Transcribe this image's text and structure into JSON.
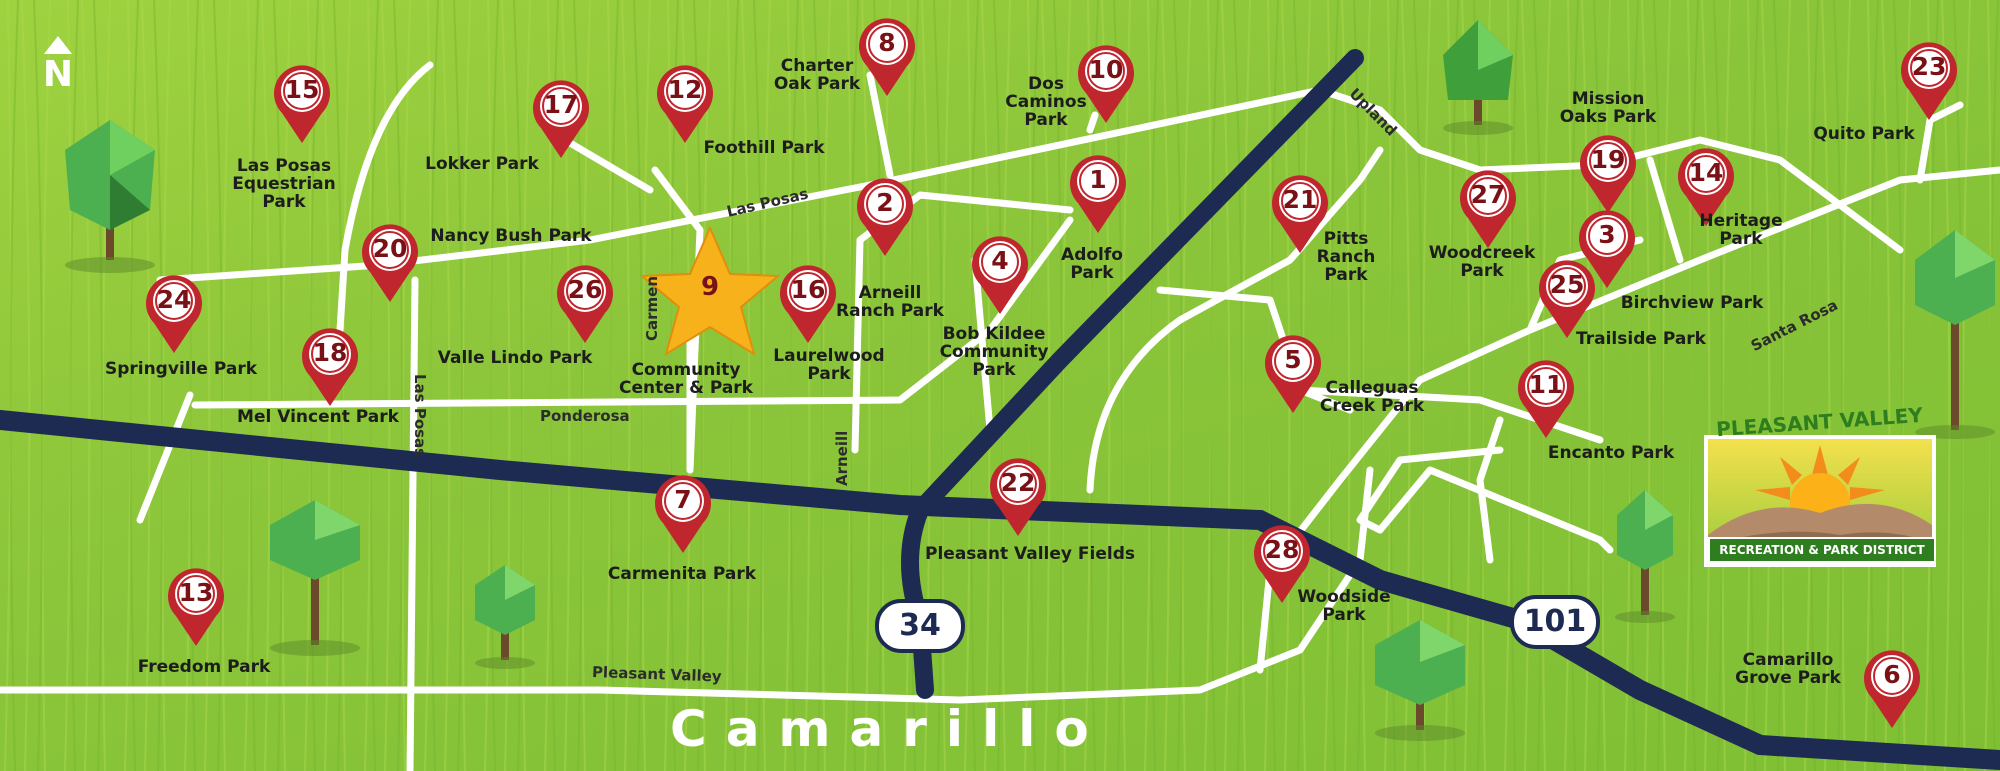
{
  "map": {
    "city_label": "Camarillo",
    "north_label": "N",
    "colors": {
      "background": "#8cc63f",
      "road": "#ffffff",
      "highway": "#1d2b52",
      "pin": "#c0262d",
      "star": "#f7b21b"
    },
    "logo": {
      "title": "PLEASANT VALLEY",
      "subtitle": "RECREATION & PARK DISTRICT"
    },
    "highways": [
      "34",
      "101"
    ],
    "streets": [
      "Las Posas",
      "Carmen",
      "Ponderosa",
      "Arneill",
      "Upland",
      "Santa Rosa",
      "Pleasant Valley",
      "Las Posas"
    ],
    "parks": [
      {
        "num": "1",
        "name": "Adolfo\nPark"
      },
      {
        "num": "2",
        "name": "Arneill\nRanch Park"
      },
      {
        "num": "3",
        "name": "Birchview Park"
      },
      {
        "num": "4",
        "name": "Bob Kildee\nCommunity\nPark"
      },
      {
        "num": "5",
        "name": "Calleguas\nCreek Park"
      },
      {
        "num": "6",
        "name": "Camarillo\nGrove Park"
      },
      {
        "num": "7",
        "name": "Carmenita Park"
      },
      {
        "num": "8",
        "name": "Charter\nOak Park"
      },
      {
        "num": "9",
        "name": "Community\nCenter & Park"
      },
      {
        "num": "10",
        "name": "Dos\nCaminos\nPark"
      },
      {
        "num": "11",
        "name": "Encanto Park"
      },
      {
        "num": "12",
        "name": "Foothill Park"
      },
      {
        "num": "13",
        "name": "Freedom Park"
      },
      {
        "num": "14",
        "name": "Heritage\nPark"
      },
      {
        "num": "15",
        "name": "Las Posas\nEquestrian\nPark"
      },
      {
        "num": "16",
        "name": "Laurelwood\nPark"
      },
      {
        "num": "17",
        "name": "Lokker Park"
      },
      {
        "num": "18",
        "name": "Mel Vincent Park"
      },
      {
        "num": "19",
        "name": "Mission\nOaks Park"
      },
      {
        "num": "20",
        "name": "Nancy Bush Park"
      },
      {
        "num": "21",
        "name": "Pitts\nRanch\nPark"
      },
      {
        "num": "22",
        "name": "Pleasant Valley Fields"
      },
      {
        "num": "23",
        "name": "Quito Park"
      },
      {
        "num": "24",
        "name": "Springville Park"
      },
      {
        "num": "25",
        "name": "Trailside Park"
      },
      {
        "num": "26",
        "name": "Valle Lindo Park"
      },
      {
        "num": "27",
        "name": "Woodcreek\nPark"
      },
      {
        "num": "28",
        "name": "Woodside\nPark"
      }
    ]
  }
}
